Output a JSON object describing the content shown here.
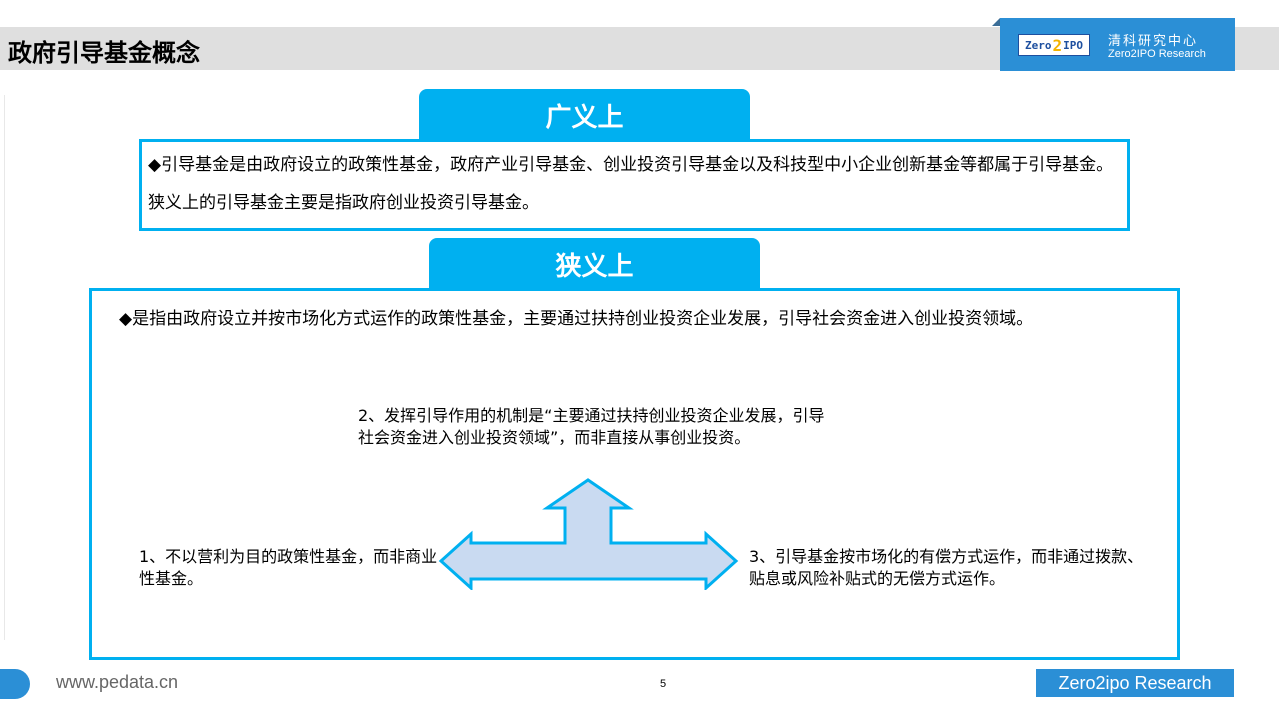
{
  "header": {
    "title": "政府引导基金概念",
    "logo": {
      "badge_left": "Zero",
      "badge_mid": "2",
      "badge_right": "IPO",
      "name_cn": "清科研究中心",
      "name_en": "Zero2IPO Research"
    }
  },
  "sections": {
    "broad": {
      "label": "广义上",
      "text": "◆引导基金是由政府设立的政策性基金，政府产业引导基金、创业投资引导基金以及科技型中小企业创新基金等都属于引导基金。狭义上的引导基金主要是指政府创业投资引导基金。"
    },
    "narrow": {
      "label": "狭义上",
      "text": "◆是指由政府设立并按市场化方式运作的政策性基金，主要通过扶持创业投资企业发展，引导社会资金进入创业投资领域。",
      "points": [
        "1、不以营利为目的政策性基金，而非商业性基金。",
        "2、发挥引导作用的机制是“主要通过扶持创业投资企业发展，引导社会资金进入创业投资领域”，而非直接从事创业投资。",
        "3、引导基金按市场化的有偿方式运作，而非通过拨款、贴息或风险补贴式的无偿方式运作。"
      ]
    }
  },
  "diagram": {
    "arrow_fill": "#c9daf1",
    "arrow_stroke": "#00b0f0",
    "icon": "three-way-arrow-icon"
  },
  "footer": {
    "url": "www.pedata.cn",
    "page_number": "5",
    "brand": "Zero2ipo Research"
  },
  "colors": {
    "accent": "#00b0f0",
    "brand_blue": "#2b8fd6",
    "title_bar": "#dfdfdf"
  }
}
